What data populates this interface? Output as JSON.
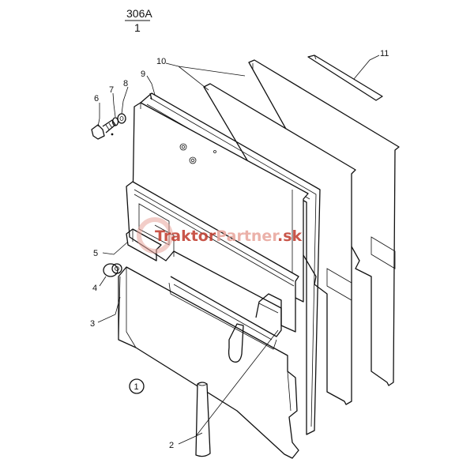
{
  "header": {
    "title_top": "306A",
    "title_bottom": "1"
  },
  "group_marker": "1",
  "watermark": {
    "part1": "Traktor",
    "part2": "Partner",
    "part3": ".sk",
    "color_dark": "#c0392b",
    "color_light": "#e8a49b"
  },
  "callouts": [
    "2",
    "3",
    "4",
    "5",
    "6",
    "7",
    "8",
    "9",
    "10",
    "11"
  ]
}
